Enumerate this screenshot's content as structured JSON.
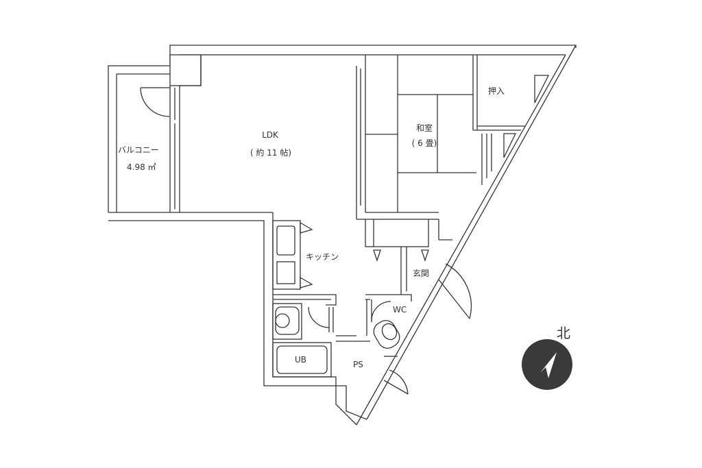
{
  "rooms": {
    "ldk": {
      "name": "LDK",
      "size": "( 約 11 帖)"
    },
    "washitsu": {
      "name": "和室",
      "size": "( 6 畳)"
    },
    "oshiire": {
      "name": "押入"
    },
    "balcony": {
      "name": "バルコニー",
      "area": "4.98 ㎡"
    },
    "kitchen": {
      "name": "キッチン"
    },
    "genkan": {
      "name": "玄関"
    },
    "wc": {
      "name": "WC"
    },
    "ub": {
      "name": "UB"
    },
    "ps": {
      "name": "PS"
    }
  },
  "compass": {
    "label": "北",
    "icon": "north-arrow-icon"
  },
  "colors": {
    "line": "#333333",
    "fill": "#ffffff",
    "compass": "#3a3a3a"
  }
}
